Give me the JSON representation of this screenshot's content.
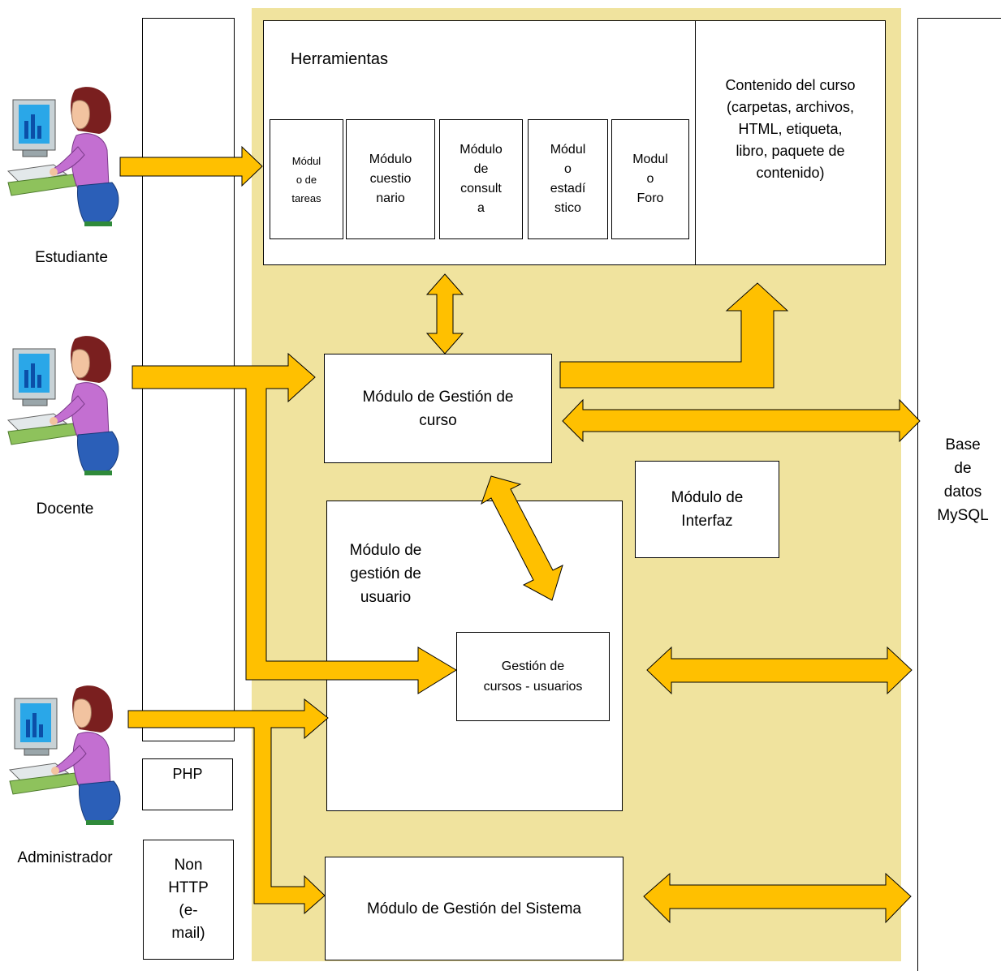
{
  "actors": {
    "estudiante": "Estudiante",
    "docente": "Docente",
    "administrador": "Administrador"
  },
  "herramientas": {
    "title": "Herramientas",
    "modules": [
      "Módul\no de\ntareas",
      "Módulo\ncuestio\nnario",
      "Módulo\nde\nconsult\na",
      "Módul\no\nestadí\nstico",
      "Modul\no\nForo"
    ]
  },
  "contenido": "Contenido del curso\n(carpetas, archivos,\nHTML, etiqueta,\nlibro, paquete de\ncontenido)",
  "gestion_curso": "Módulo de Gestión de\ncurso",
  "interfaz": "Módulo de\nInterfaz",
  "gestion_usuario": "Módulo de\ngestión de\nusuario",
  "cursos_usuarios": "Gestión de\ncursos - usuarios",
  "gestion_sistema": "Módulo de Gestión del Sistema",
  "php": "PHP",
  "non_http": "Non\nHTTP\n(e-\nmail)",
  "database": "Base\nde\ndatos\nMySQL",
  "colors": {
    "zone": "#f0e39e",
    "arrow_fill": "#ffc000",
    "arrow_stroke": "#000000",
    "box_border": "#000000"
  }
}
